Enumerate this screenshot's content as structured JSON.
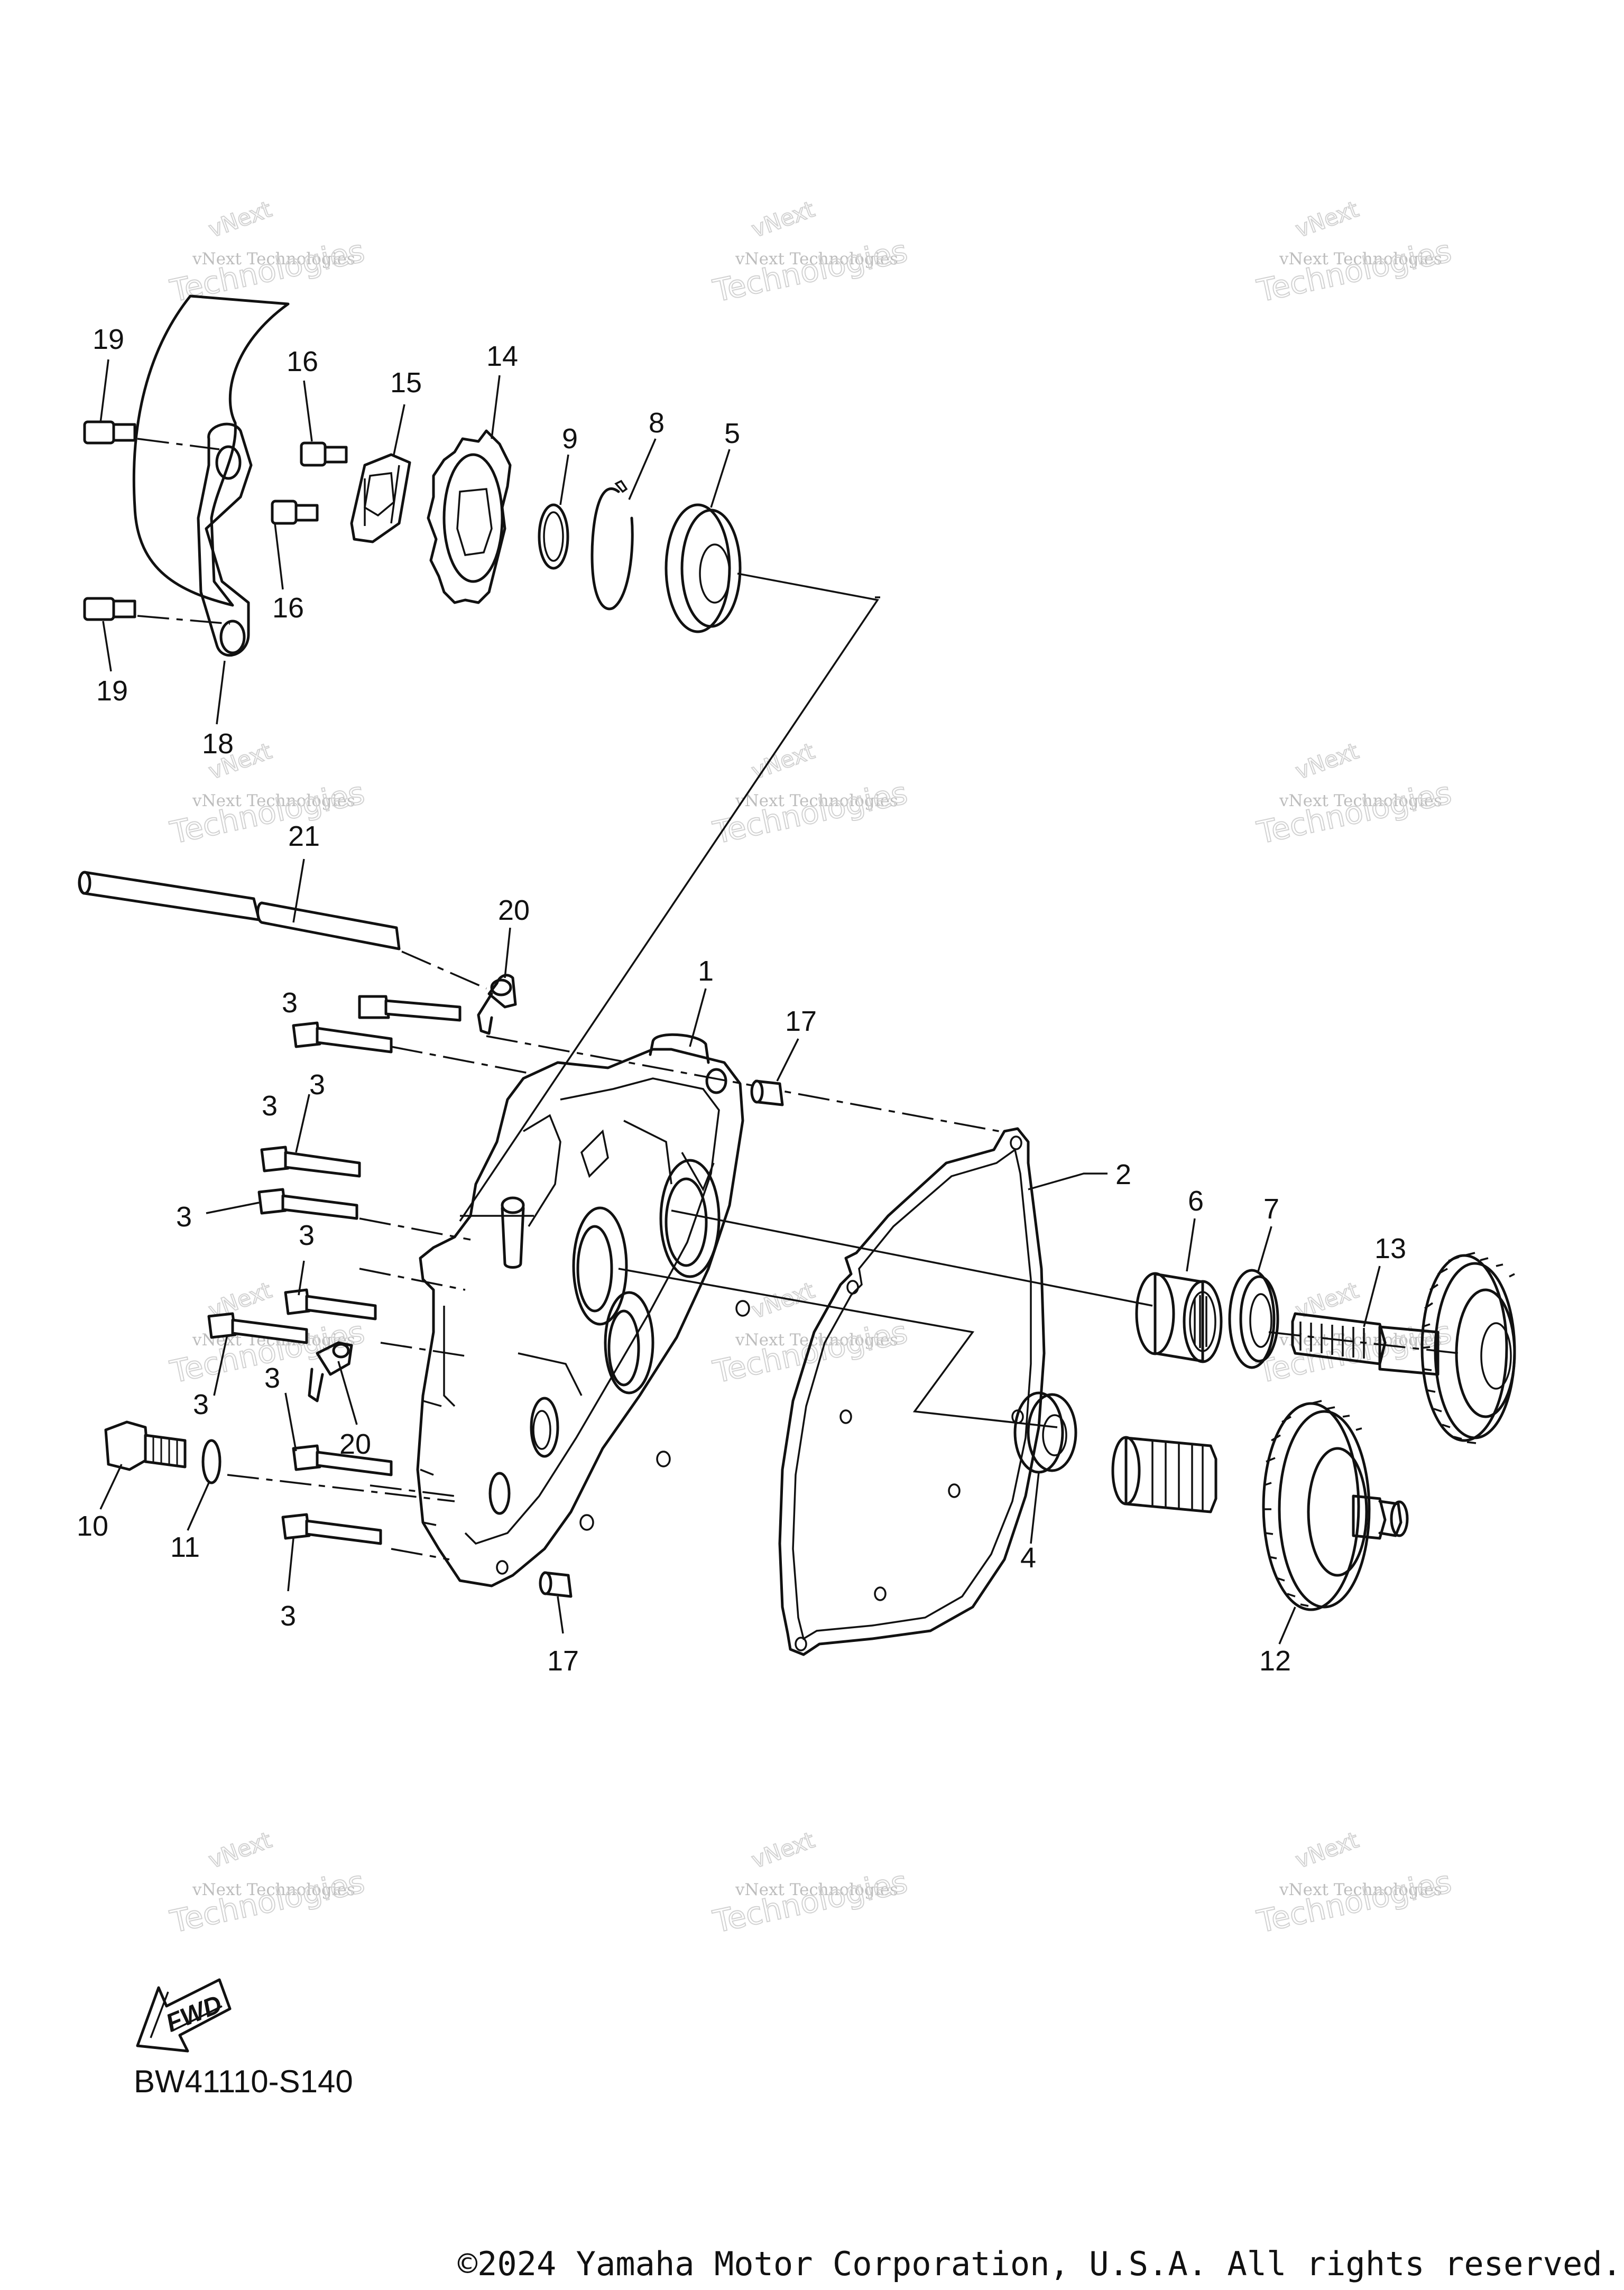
{
  "diagram_code": "BW41110-S140",
  "copyright": "©2024 Yamaha Motor Corporation, U.S.A. All rights reserved.",
  "fwd_label": "FWD",
  "watermark": {
    "line1": "vNext Technologies",
    "line2": "Technologies",
    "line3": "vNext"
  },
  "callouts": [
    {
      "id": "1",
      "label": "1"
    },
    {
      "id": "2",
      "label": "2"
    },
    {
      "id": "3a",
      "label": "3"
    },
    {
      "id": "3b",
      "label": "3"
    },
    {
      "id": "3c",
      "label": "3"
    },
    {
      "id": "3d",
      "label": "3"
    },
    {
      "id": "3e",
      "label": "3"
    },
    {
      "id": "3f",
      "label": "3"
    },
    {
      "id": "3g",
      "label": "3"
    },
    {
      "id": "3h",
      "label": "3"
    },
    {
      "id": "4",
      "label": "4"
    },
    {
      "id": "5",
      "label": "5"
    },
    {
      "id": "6",
      "label": "6"
    },
    {
      "id": "7",
      "label": "7"
    },
    {
      "id": "8",
      "label": "8"
    },
    {
      "id": "9",
      "label": "9"
    },
    {
      "id": "10",
      "label": "10"
    },
    {
      "id": "11",
      "label": "11"
    },
    {
      "id": "12",
      "label": "12"
    },
    {
      "id": "13",
      "label": "13"
    },
    {
      "id": "14",
      "label": "14"
    },
    {
      "id": "15",
      "label": "15"
    },
    {
      "id": "16a",
      "label": "16"
    },
    {
      "id": "16b",
      "label": "16"
    },
    {
      "id": "17a",
      "label": "17"
    },
    {
      "id": "17b",
      "label": "17"
    },
    {
      "id": "18",
      "label": "18"
    },
    {
      "id": "19a",
      "label": "19"
    },
    {
      "id": "19b",
      "label": "19"
    },
    {
      "id": "20a",
      "label": "20"
    },
    {
      "id": "20b",
      "label": "20"
    },
    {
      "id": "21",
      "label": "21"
    }
  ]
}
